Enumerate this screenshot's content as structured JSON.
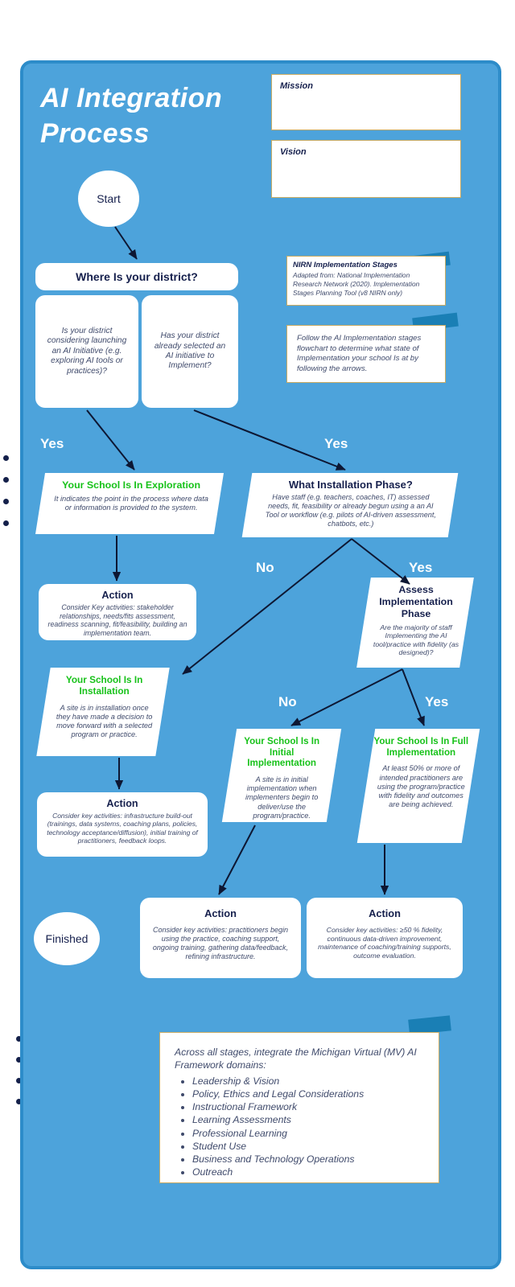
{
  "page": {
    "title": "AI Integration Process",
    "title_line1": "AI Integration",
    "title_line2": "Process",
    "bg_color": "#ffffff",
    "panel_color": "#4da3db",
    "panel_border_color": "#2d8cc9",
    "accent_green": "#18c21a",
    "ink": "#16204d",
    "tape_color": "#1a7fb5"
  },
  "header_fields": {
    "mission_label": "Mission",
    "mission_value": "",
    "vision_label": "Vision",
    "vision_value": ""
  },
  "terminators": {
    "start": "Start",
    "finished": "Finished"
  },
  "source_note": {
    "heading": "NIRN Implementation Stages",
    "body": "Adapted from: National Implementation Research Network (2020).  Implementation Stages Planning Tool (v8 NIRN only)"
  },
  "instruction_note": {
    "body": "Follow the AI Implementation stages flowchart to determine what state of Implementation your school Is at by following the arrows."
  },
  "nodes": {
    "where_district": {
      "title": "Where Is your district?"
    },
    "q_left": {
      "body": "Is your district considering launching an AI Initiative (e.g. exploring AI tools or practices)?"
    },
    "q_right": {
      "body": "Has your district already selected an AI initiative to Implement?"
    },
    "exploration": {
      "title": "Your School Is In Exploration",
      "body": "It indicates the point in the process where data or information is provided to the system."
    },
    "action_exploration": {
      "title": "Action",
      "body": "Consider Key activities: stakeholder relationships, needs/fits assessment, readiness scanning, fit/feasibility, building an implementation team."
    },
    "installation_phase": {
      "title": "What Installation Phase?",
      "body": "Have staff (e.g. teachers, coaches, IT) assessed needs, fit, feasibility or already begun using a an AI Tool or workflow (e.g. pilots of AI-driven assessment, chatbots, etc.)"
    },
    "assess_phase": {
      "title": "Assess Implementation Phase",
      "body": "Are the majority of staff Implementing the AI tool/practice with fidelity (as designed)?"
    },
    "installation": {
      "title": "Your School Is In Installation",
      "body": "A site is in installation once they have made a decision to move forward with a selected program or practice."
    },
    "action_installation": {
      "title": "Action",
      "body": "Consider key activities: infrastructure build-out (trainings, data systems, coaching plans, policies, technology acceptance/diffusion), initial training of practitioners, feedback loops."
    },
    "initial_implementation": {
      "title": "Your School Is In Initial Implementation",
      "body": "A site is in initial implementation when implementers begin to deliver/use the program/practice."
    },
    "full_implementation": {
      "title": "Your School Is In Full Implementation",
      "body": "At least 50% or more of intended practitioners are using the program/practice with fidelity and outcomes are being achieved."
    },
    "action_initial": {
      "title": "Action",
      "body": "Consider key activities: practitioners begin using the practice, coaching support, ongoing training, gathering data/feedback, refining infrastructure."
    },
    "action_full": {
      "title": "Action",
      "body": "Consider key activities: ≥50 % fidelity, continuous data-driven improvement, maintenance of coaching/training supports, outcome evaluation."
    }
  },
  "edge_labels": {
    "yes_left": "Yes",
    "yes_right": "Yes",
    "no_installation": "No",
    "yes_installation": "Yes",
    "no_assess": "No",
    "yes_assess": "Yes"
  },
  "framework_note": {
    "intro": "Across all stages, integrate the Michigan Virtual (MV) AI Framework domains:",
    "items": [
      "Leadership & Vision",
      "Policy, Ethics and Legal Considerations",
      "Instructional Framework",
      "Learning Assessments",
      "Professional Learning",
      "Student Use",
      "Business and Technology Operations",
      "Outreach"
    ]
  }
}
